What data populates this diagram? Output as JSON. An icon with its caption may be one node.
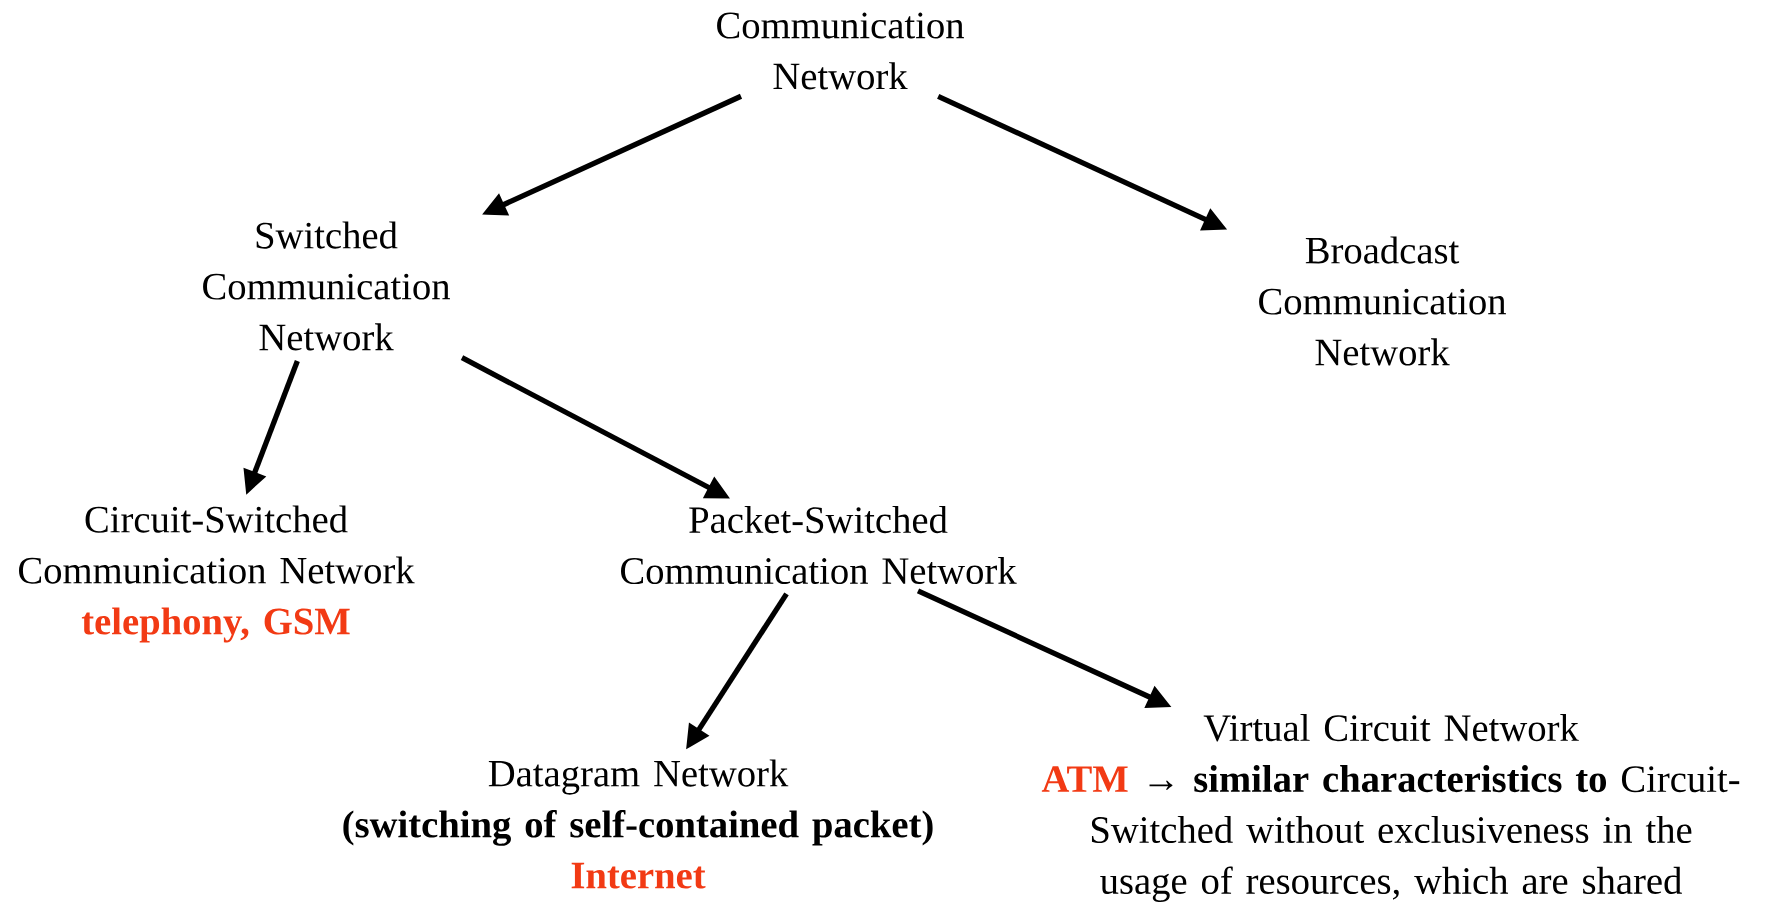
{
  "diagram": {
    "nodes": [
      {
        "text": [
          "Communication Network"
        ]
      },
      {
        "text": [
          "Switched Communication Network"
        ]
      },
      {
        "text": [
          "Broadcast Communication Network"
        ]
      },
      {
        "text": [
          "Circuit-Switched Communication Network",
          "telephony, GSM"
        ]
      },
      {
        "text": [
          "Packet-Switched Communication Network"
        ]
      },
      {
        "text": [
          "Datagram Network",
          "(switching of self-contained packet)",
          "Internet"
        ]
      },
      {
        "text": [
          "Virtual Circuit Network",
          "ATM",
          "→ **similar characteristics to** Circuit-Switched without exclusiveness in the usage of resources, which are shared"
        ]
      }
    ],
    "edges": [
      {
        "from": 0,
        "to": 1,
        "arrow": "to"
      },
      {
        "from": 0,
        "to": 2,
        "arrow": "to"
      },
      {
        "from": 1,
        "to": 3,
        "arrow": "to"
      },
      {
        "from": 1,
        "to": 4,
        "arrow": "to"
      },
      {
        "from": 4,
        "to": 5,
        "arrow": "to"
      },
      {
        "from": 4,
        "to": 6,
        "arrow": "to"
      }
    ]
  }
}
